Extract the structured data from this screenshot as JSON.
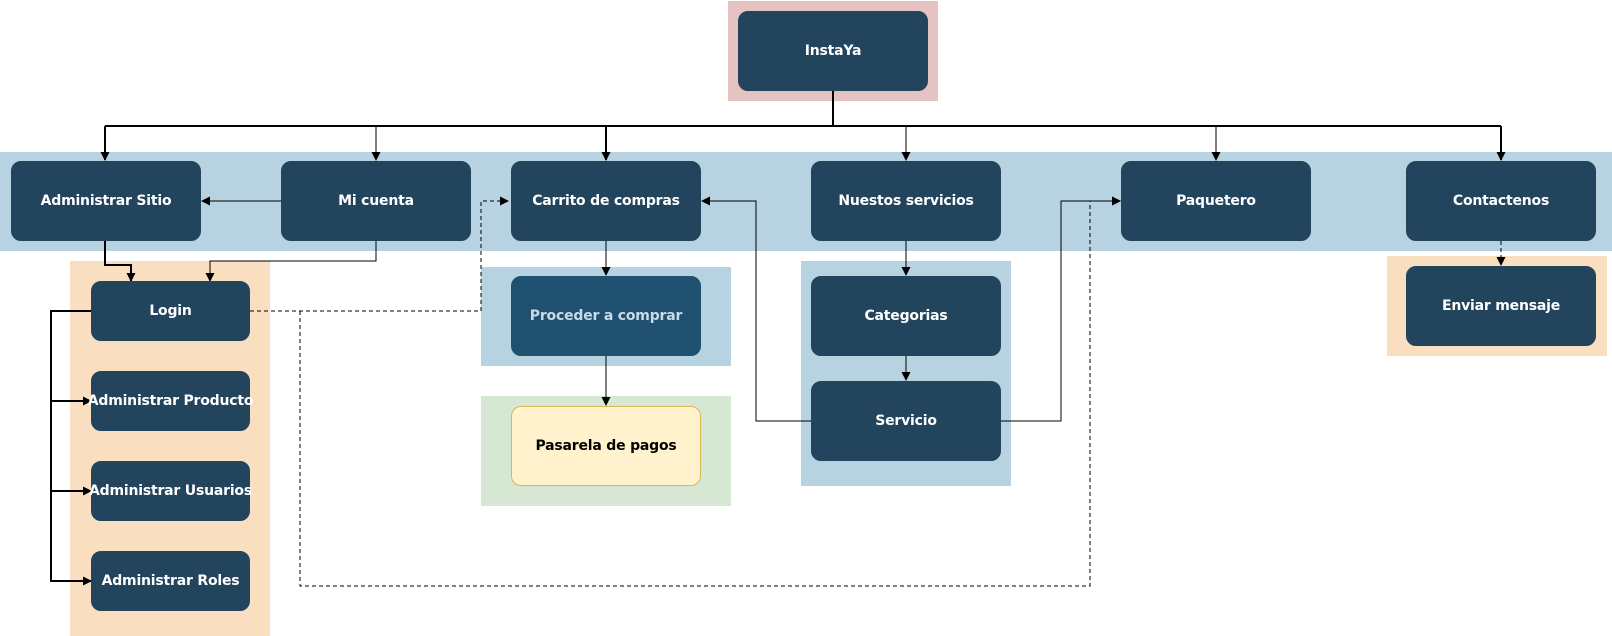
{
  "nodes": {
    "root": "InstaYa",
    "administrar_sitio": "Administrar Sitio",
    "mi_cuenta": "Mi cuenta",
    "carrito": "Carrito de compras",
    "servicios": "Nuestos servicios",
    "paquetero": "Paquetero",
    "contactenos": "Contactenos",
    "login": "Login",
    "admin_producto": "Administrar Producto",
    "admin_usuarios": "Administrar Usuarios",
    "admin_roles": "Administrar Roles",
    "proceder": "Proceder a comprar",
    "pasarela": "Pasarela de pagos",
    "categorias": "Categorias",
    "servicio": "Servicio",
    "enviar_mensaje": "Enviar mensaje"
  },
  "colors": {
    "node": "#23445d",
    "node_alt": "#1f5070",
    "node_light": "#fff2cc",
    "region_root": "#e6c3c3",
    "region_nav": "#b7d3e1",
    "region_orange": "#f9dfc0",
    "region_green": "#d6e8d3"
  }
}
